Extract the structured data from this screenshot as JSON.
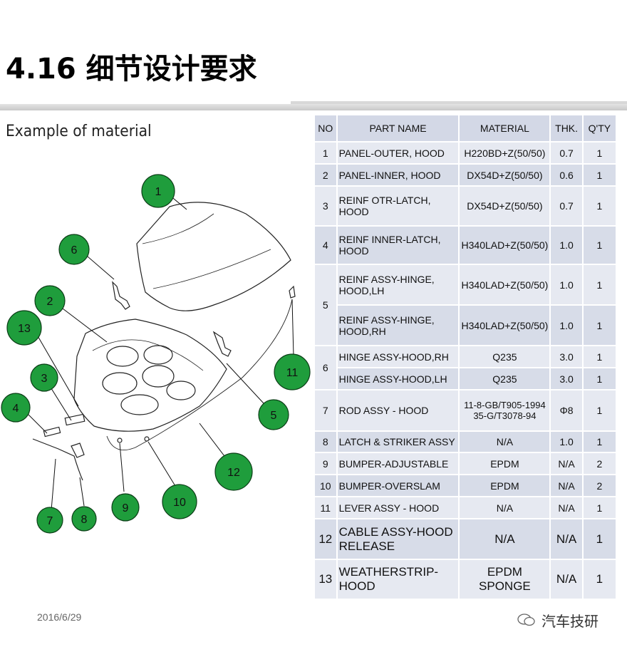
{
  "header": {
    "title": "4.16 细节设计要求"
  },
  "subtitle": "Example of material",
  "table": {
    "headers": {
      "no": "NO",
      "part_name": "PART NAME",
      "material": "MATERIAL",
      "thk": "THK.",
      "qty": "Q'TY"
    },
    "rows": [
      {
        "no": "1",
        "part_name": "PANEL-OUTER, HOOD",
        "material": "H220BD+Z(50/50)",
        "thk": "0.7",
        "qty": "1"
      },
      {
        "no": "2",
        "part_name": "PANEL-INNER, HOOD",
        "material": "DX54D+Z(50/50)",
        "thk": "0.6",
        "qty": "1"
      },
      {
        "no": "3",
        "part_name": "REINF OTR-LATCH, HOOD",
        "material": "DX54D+Z(50/50)",
        "thk": "0.7",
        "qty": "1"
      },
      {
        "no": "4",
        "part_name": "REINF INNER-LATCH, HOOD",
        "material": "H340LAD+Z(50/50)",
        "thk": "1.0",
        "qty": "1"
      },
      {
        "no": "5",
        "part_name_a": "REINF ASSY-HINGE,",
        "part_name_b": "HOOD,LH",
        "material": "H340LAD+Z(50/50)",
        "thk": "1.0",
        "qty": "1"
      },
      {
        "part_name_a": "REINF ASSY-HINGE,",
        "part_name_b": "HOOD,RH",
        "material": "H340LAD+Z(50/50)",
        "thk": "1.0",
        "qty": "1"
      },
      {
        "no": "6",
        "part_name": "HINGE ASSY-HOOD,RH",
        "material": "Q235",
        "thk": "3.0",
        "qty": "1"
      },
      {
        "part_name": "HINGE ASSY-HOOD,LH",
        "material": "Q235",
        "thk": "3.0",
        "qty": "1"
      },
      {
        "no": "7",
        "part_name": "ROD ASSY - HOOD",
        "material_a": "11-8-GB/T905-1994",
        "material_b": "35-G/T3078-94",
        "thk": "Φ8",
        "qty": "1"
      },
      {
        "no": "8",
        "part_name": "LATCH & STRIKER ASSY",
        "material": "N/A",
        "thk": "1.0",
        "qty": "1"
      },
      {
        "no": "9",
        "part_name": "BUMPER-ADJUSTABLE",
        "material": "EPDM",
        "thk": "N/A",
        "qty": "2"
      },
      {
        "no": "10",
        "part_name": "BUMPER-OVERSLAM",
        "material": "EPDM",
        "thk": "N/A",
        "qty": "2"
      },
      {
        "no": "11",
        "part_name": "LEVER ASSY - HOOD",
        "material": "N/A",
        "thk": "N/A",
        "qty": "1"
      },
      {
        "no": "12",
        "part_name_a": "CABLE ASSY-HOOD",
        "part_name_b": "RELEASE",
        "material": "N/A",
        "thk": "N/A",
        "qty": "1"
      },
      {
        "no": "13",
        "part_name_a": "WEATHERSTRIP-",
        "part_name_b": "HOOD",
        "material": "EPDM SPONGE",
        "thk": "N/A",
        "qty": "1"
      }
    ]
  },
  "callouts": [
    "1",
    "2",
    "3",
    "4",
    "5",
    "6",
    "7",
    "8",
    "9",
    "10",
    "11",
    "12",
    "13"
  ],
  "footer": {
    "date": "2016/6/29",
    "brand": "汽车技研"
  },
  "colors": {
    "callout_fill": "#1f9d3c",
    "table_cell": "#e6e9f1",
    "table_header": "#d3d8e6"
  }
}
